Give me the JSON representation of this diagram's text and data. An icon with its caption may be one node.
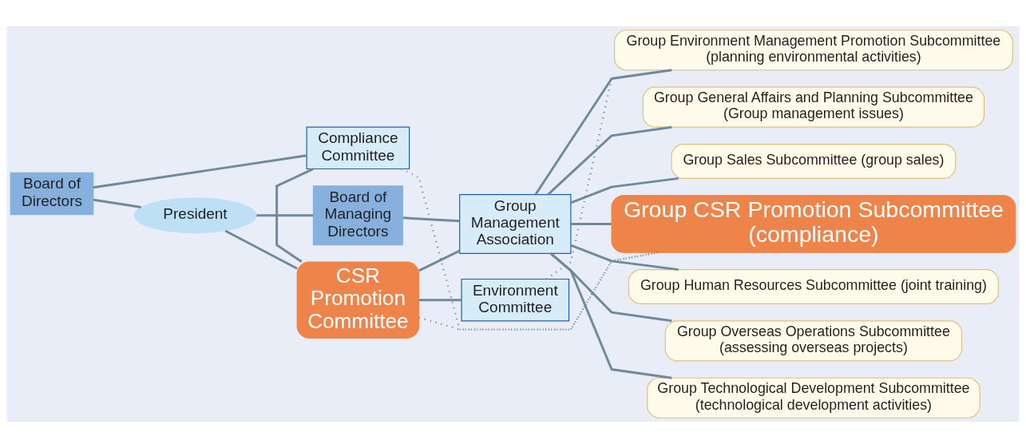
{
  "diagram": {
    "nodes": [
      {
        "text": [
          "Board of Directors"
        ]
      },
      {
        "text": [
          "President"
        ]
      },
      {
        "text": [
          "Compliance Committee"
        ]
      },
      {
        "text": [
          "CSR Promotion Committee"
        ]
      },
      {
        "text": [
          "Environment Committee"
        ]
      },
      {
        "text": [
          "Group Management Association"
        ]
      },
      {
        "text": [
          "Board of Managing Directors"
        ]
      },
      {
        "text": [
          "Group General Affairs and Planning Subcommittee",
          "(Group management issues)"
        ]
      },
      {
        "text": [
          "Group Sales Subcommittee (group sales)"
        ]
      },
      {
        "text": [
          "Group CSR Promotion Subcommittee (compliance)"
        ]
      },
      {
        "text": [
          "Group Human Resources Subcommittee (joint training)"
        ]
      },
      {
        "text": [
          "Group Environment Management Promotion Subcommittee",
          "(planning environmental activities)"
        ]
      },
      {
        "text": [
          "Group Overseas Operations Subcommittee",
          "(assessing overseas projects)"
        ]
      },
      {
        "text": [
          "Group Technological Development Subcommittee",
          "(technological development activities)"
        ]
      }
    ],
    "edges": [
      {
        "from": 0,
        "to": 2,
        "arrow": "none"
      },
      {
        "from": 0,
        "to": 1,
        "arrow": "none"
      },
      {
        "from": 1,
        "to": 3,
        "arrow": "none"
      },
      {
        "from": 1,
        "to": 6,
        "arrow": "none"
      },
      {
        "from": 2,
        "to": 3,
        "arrow": "none"
      },
      {
        "from": 3,
        "to": 4,
        "arrow": "none"
      },
      {
        "from": 3,
        "to": 5,
        "arrow": "none"
      },
      {
        "from": 6,
        "to": 5,
        "arrow": "none"
      },
      {
        "from": 5,
        "to": 7,
        "arrow": "none"
      },
      {
        "from": 5,
        "to": 8,
        "arrow": "none"
      },
      {
        "from": 5,
        "to": 9,
        "arrow": "none"
      },
      {
        "from": 5,
        "to": 10,
        "arrow": "none"
      },
      {
        "from": 5,
        "to": 11,
        "arrow": "none"
      },
      {
        "from": 5,
        "to": 12,
        "arrow": "none"
      },
      {
        "from": 5,
        "to": 13,
        "arrow": "none"
      },
      {
        "from": 2,
        "to": 9,
        "arrow": "none",
        "style": "dashed"
      },
      {
        "from": 3,
        "to": 9,
        "arrow": "none",
        "style": "dashed"
      },
      {
        "from": 4,
        "to": 11,
        "arrow": "none",
        "style": "dashed"
      }
    ]
  }
}
